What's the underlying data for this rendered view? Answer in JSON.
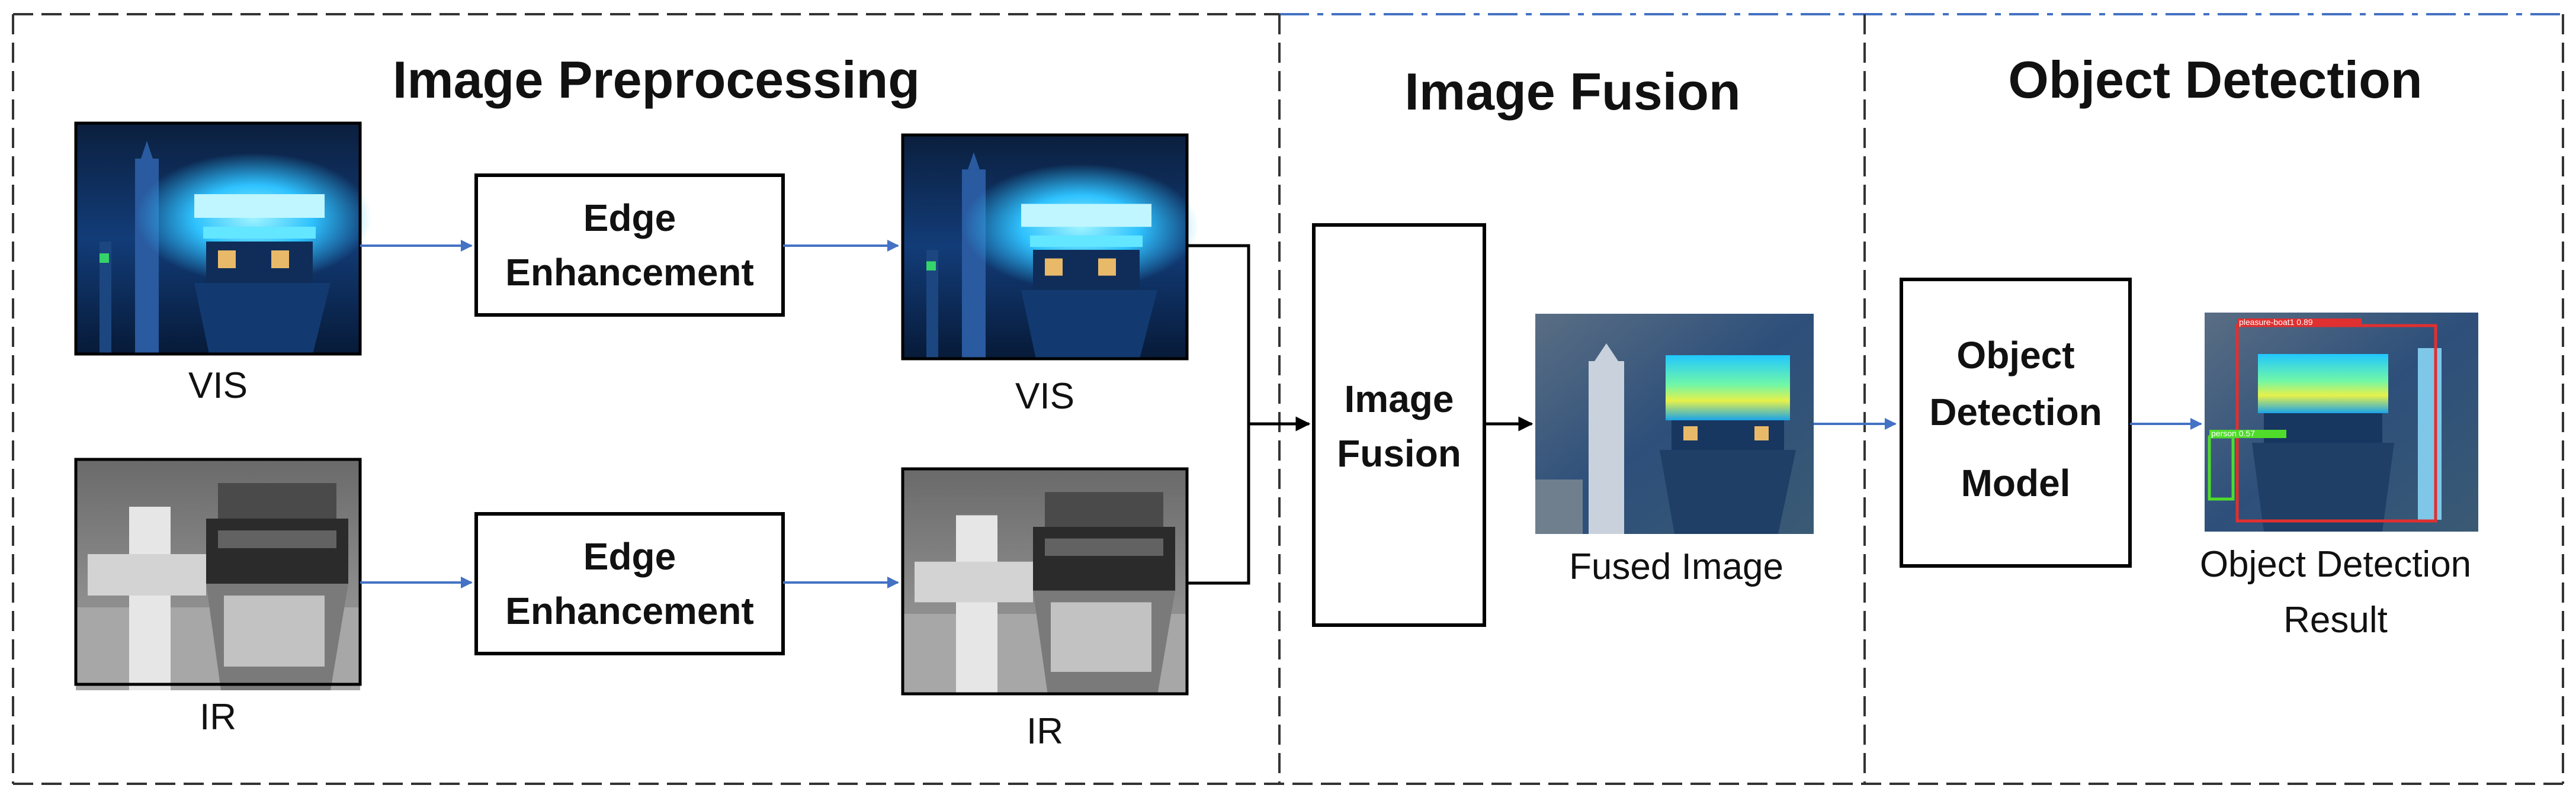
{
  "sections": {
    "preprocessing": "Image Preprocessing",
    "fusion": "Image Fusion",
    "detection": "Object Detection"
  },
  "boxes": {
    "edge_top": [
      "Edge",
      "Enhancement"
    ],
    "edge_bottom": [
      "Edge",
      "Enhancement"
    ],
    "fusion": [
      "Image",
      "Fusion"
    ],
    "detector": [
      "Object",
      "Detection",
      "Model"
    ]
  },
  "captions": {
    "vis_input": "VIS",
    "ir_input": "IR",
    "vis_enhanced": "VIS",
    "ir_enhanced": "IR",
    "fused": "Fused Image",
    "result": [
      "Object Detection",
      "Result"
    ]
  },
  "detections": [
    {
      "label": "pleasure-boat1 0.89",
      "color": "#e03030"
    },
    {
      "label": "person 0.57",
      "color": "#4fdc2a"
    }
  ],
  "colors": {
    "arrow_blue": "#4472c4",
    "arrow_black": "#000000",
    "frame": "#333333",
    "top_accent": "#4472c4"
  }
}
